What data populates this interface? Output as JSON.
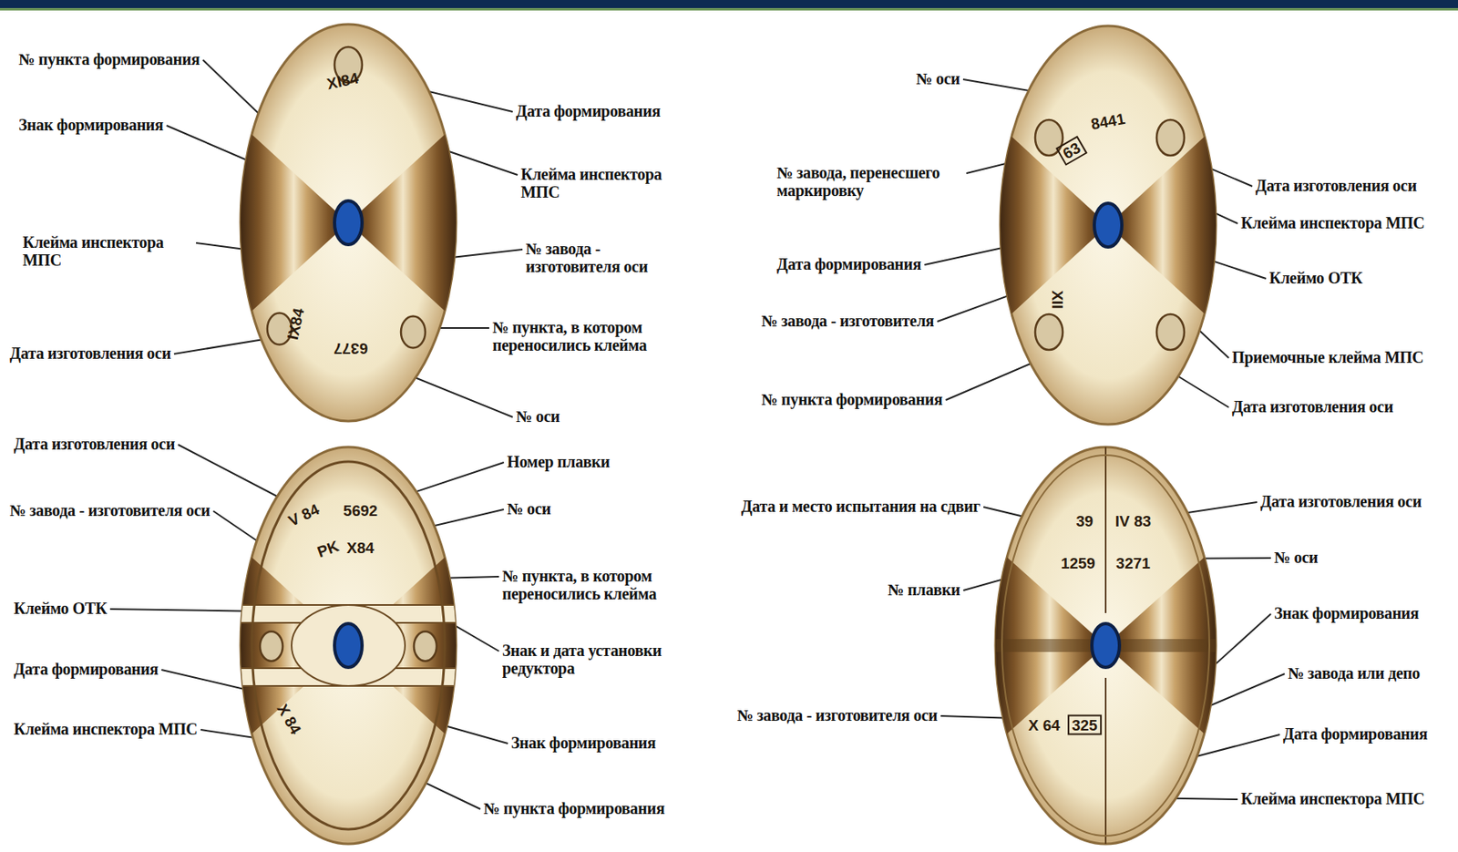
{
  "diagram": {
    "nodes": [
      {
        "text": [
          "XI84",
          "IX84",
          "6377"
        ]
      },
      {
        "text": [
          "8441",
          "63",
          "XII"
        ]
      },
      {
        "text": [
          "V 84",
          "5692",
          "PK",
          "X84",
          "X 84"
        ]
      },
      {
        "text": [
          "39",
          "IV 83",
          "1259",
          "3271",
          "X 64",
          "325"
        ]
      }
    ],
    "labels": [
      "№ пункта формирования",
      "Знак формирования",
      "Клейма инспектора МПС",
      "Дата изготовления оси",
      "Дата формирования",
      "Клейма инспектора МПС",
      "№ завода - изготовителя оси",
      "№ пункта, в котором переносились клейма",
      "№ оси",
      "№ оси",
      "№ завода, перенесшего маркировку",
      "Дата формирования",
      "№ завода - изготовителя",
      "№ пункта формирования",
      "Дата изготовления оси",
      "Клейма инспектора МПС",
      "Клеймо ОТК",
      "Приемочные клейма МПС",
      "Дата изготовления оси",
      "Дата изготовления оси",
      "№ завода - изготовителя оси",
      "Клеймо ОТК",
      "Дата формирования",
      "Клейма инспектора МПС",
      "Номер плавки",
      "№ оси",
      "№ пункта, в котором переносились клейма",
      "Знак и дата установки редуктора",
      "Знак формирования",
      "№ пункта формирования",
      "Дата и место испытания на сдвиг",
      "№ плавки",
      "№ завода - изготовителя оси",
      "Дата изготовления оси",
      "№ оси",
      "Знак формирования",
      "№ завода или депо",
      "Дата формирования",
      "Клейма инспектора МПС"
    ]
  }
}
